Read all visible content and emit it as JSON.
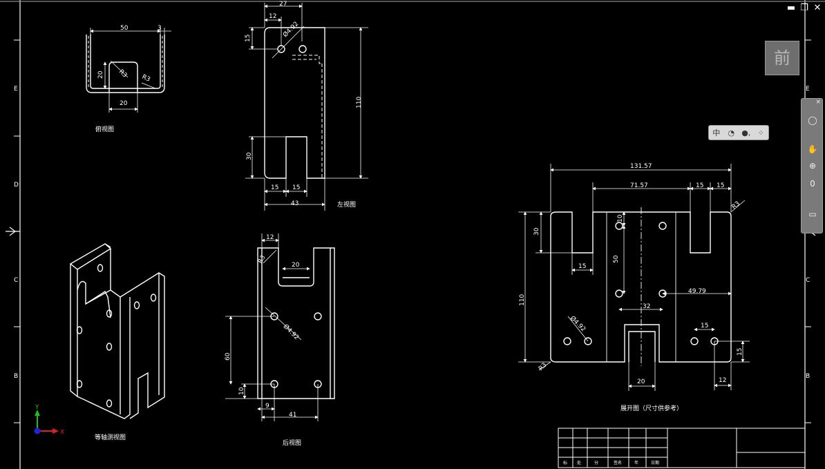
{
  "window": {
    "minimize": "▬",
    "restore": "❐",
    "close": "✕"
  },
  "viewcube": {
    "face_label": "前"
  },
  "mini_toolbar": {
    "items": [
      "中",
      "◔",
      "●,",
      "⁘"
    ]
  },
  "navbar": {
    "close": "×",
    "items": [
      "◯",
      "✋",
      "⊕",
      "0",
      "▭"
    ]
  },
  "border_zones": {
    "left": [
      "E",
      "D",
      "C",
      "B"
    ],
    "right": [
      "E",
      "D",
      "C",
      "B"
    ]
  },
  "ucs": {
    "x": "X",
    "y": "Y"
  },
  "views": {
    "top": {
      "caption": "俯视图",
      "dims": {
        "width": "50",
        "thickness": "3",
        "height": "20",
        "r1": "R3",
        "r2": "R3",
        "slot": "20"
      }
    },
    "left": {
      "caption": "左视图",
      "dims": {
        "overall": "27",
        "offset": "12",
        "hole": "Ø4.92",
        "hole_y": "15",
        "height": "110",
        "slot_depth": "30",
        "slot_w1": "15",
        "slot_w2": "15",
        "width": "43"
      }
    },
    "back": {
      "caption": "后视图",
      "dims": {
        "top": "12",
        "radius": "R3",
        "slot": "20",
        "hole": "Ø4.92",
        "spacing": "60",
        "bottom": "10",
        "edge": "9",
        "width": "41"
      }
    },
    "iso": {
      "caption": "等轴测视图"
    },
    "flat": {
      "caption": "展开图（尺寸供参考）",
      "dims": {
        "overall": "131.57",
        "inner": "71.57",
        "s1": "15",
        "s2": "15",
        "radius_top": "R3",
        "slot_depth": "30",
        "height": "110",
        "hole_top": "10",
        "hole_gap": "50",
        "slot_w": "15",
        "hole_spacing": "32",
        "to_edge": "49.79",
        "hole": "Ø4.92",
        "radius_bottom": "R3",
        "holes_gap": "15",
        "bottom_h": "15",
        "bottom_slot": "20",
        "right_edge": "12"
      }
    }
  },
  "title_block": {
    "labels": [
      "标",
      "处",
      "分",
      "签名",
      "年",
      "日期"
    ]
  }
}
